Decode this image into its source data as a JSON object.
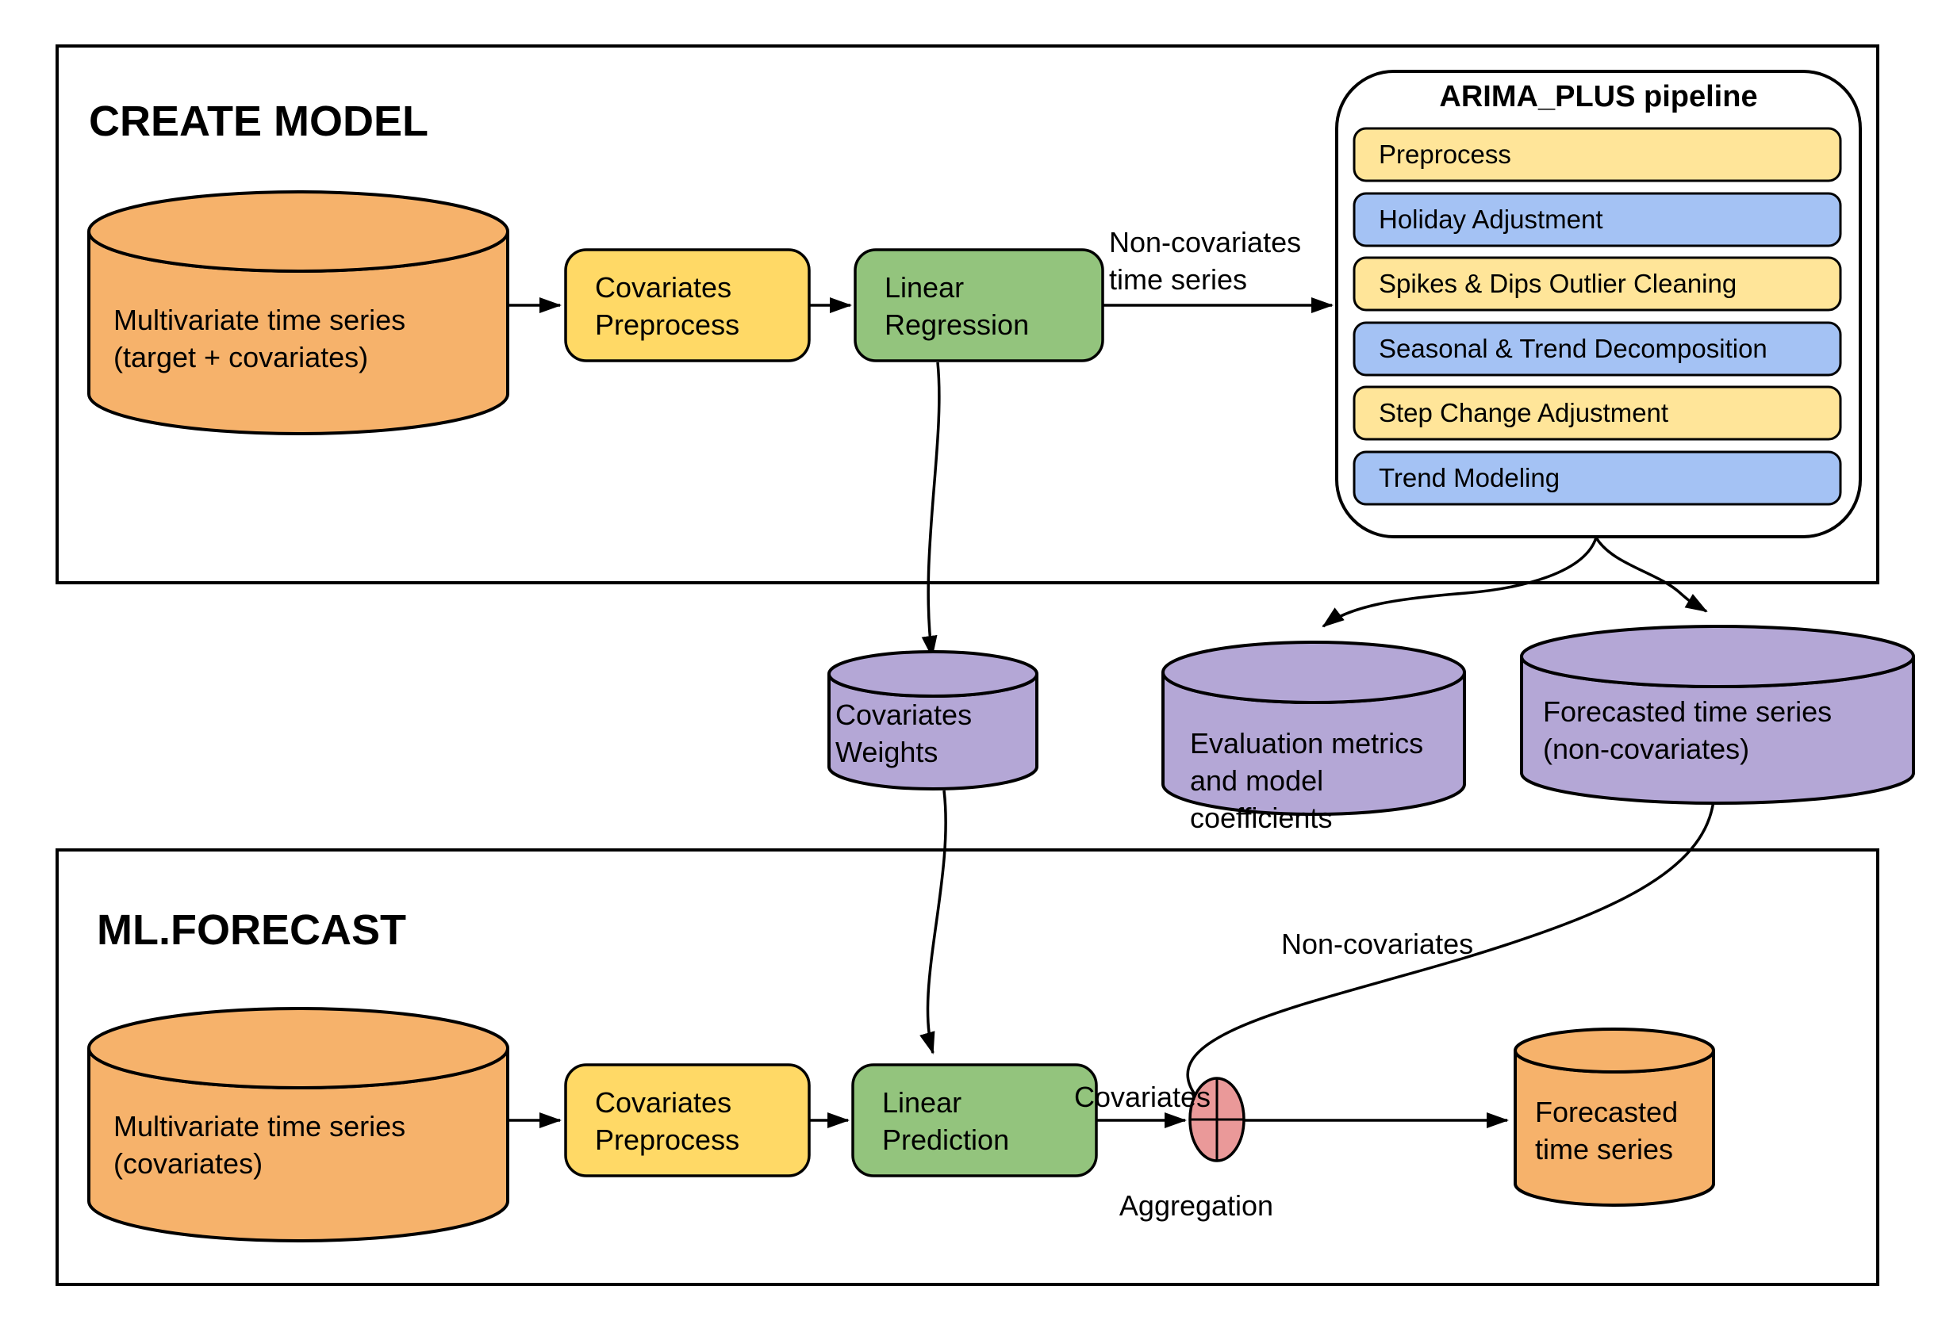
{
  "diagram": {
    "colors": {
      "orange": "#F6B26B",
      "yellow": "#FFD966",
      "light_yellow": "#FFE599",
      "blue": "#A4C2F4",
      "green": "#93C47D",
      "purple": "#B4A7D6",
      "pink": "#EA9999",
      "outline": "#000000",
      "background": "#FFFFFF"
    },
    "create_model": {
      "title": "CREATE MODEL",
      "source_cylinder_label": "Multivariate time series\n(target + covariates)",
      "covariates_preprocess_label": "Covariates\nPreprocess",
      "linear_regression_label": "Linear\nRegression",
      "non_covariates_arrow_label": "Non-covariates\ntime series",
      "pipeline": {
        "title": "ARIMA_PLUS pipeline",
        "steps": [
          {
            "label": "Preprocess",
            "color": "#FFE599"
          },
          {
            "label": "Holiday Adjustment",
            "color": "#A4C2F4"
          },
          {
            "label": "Spikes & Dips Outlier Cleaning",
            "color": "#FFE599"
          },
          {
            "label": "Seasonal & Trend Decomposition",
            "color": "#A4C2F4"
          },
          {
            "label": "Step Change Adjustment",
            "color": "#FFE599"
          },
          {
            "label": "Trend Modeling",
            "color": "#A4C2F4"
          }
        ]
      }
    },
    "outputs": {
      "covariates_weights_label": "Covariates\nWeights",
      "evaluation_metrics_label": "Evaluation metrics\nand model\ncoefficients",
      "forecasted_non_covariates_label": "Forecasted time series\n(non-covariates)"
    },
    "ml_forecast": {
      "title": "ML.FORECAST",
      "source_cylinder_label": "Multivariate time series\n(covariates)",
      "covariates_preprocess_label": "Covariates\nPreprocess",
      "linear_prediction_label": "Linear\nPrediction",
      "covariates_arrow_label": "Covariates",
      "non_covariates_arrow_label": "Non-covariates",
      "aggregation_label": "Aggregation",
      "forecasted_time_series_label": "Forecasted\ntime series"
    }
  }
}
